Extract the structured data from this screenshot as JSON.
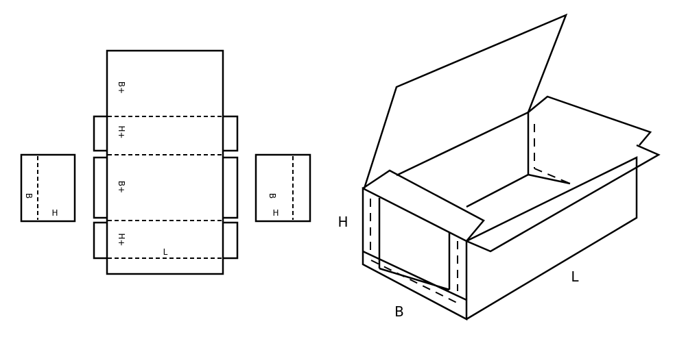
{
  "flat_layout": {
    "top_panel_label": "B+",
    "upper_flap_label": "H+",
    "middle_panel_label": "B+",
    "lower_flap_label": "H+",
    "length_label": "L",
    "left_end_width_label": "B",
    "left_end_height_label": "H",
    "right_end_width_label": "B",
    "right_end_height_label": "H"
  },
  "box_3d": {
    "height_label": "H",
    "width_label": "B",
    "length_label": "L"
  }
}
